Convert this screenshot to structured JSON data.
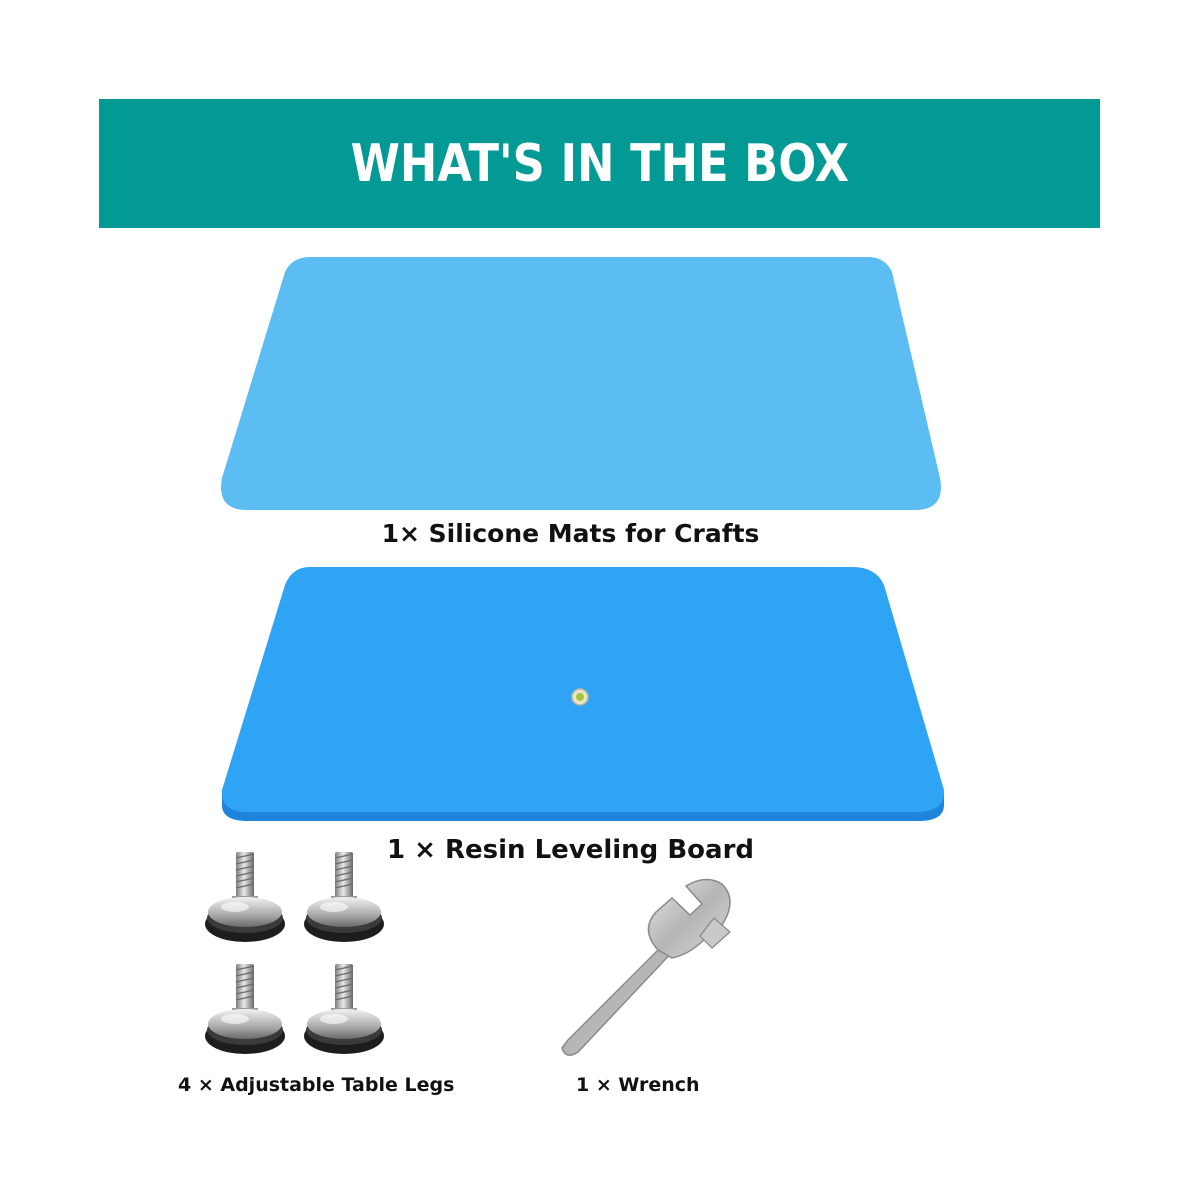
{
  "banner": {
    "title": "WHAT'S IN THE BOX",
    "color": "#039a96"
  },
  "items": {
    "silicone_mat": {
      "label": "1× Silicone Mats for Crafts",
      "color": "#5bbdf2"
    },
    "leveling_board": {
      "label": "1 × Resin Leveling Board",
      "color": "#2fa3f4"
    },
    "table_legs": {
      "label": "4 × Adjustable Table Legs",
      "icon": "adjustable-leg-icon"
    },
    "wrench": {
      "label": "1 × Wrench",
      "icon": "wrench-icon"
    }
  }
}
